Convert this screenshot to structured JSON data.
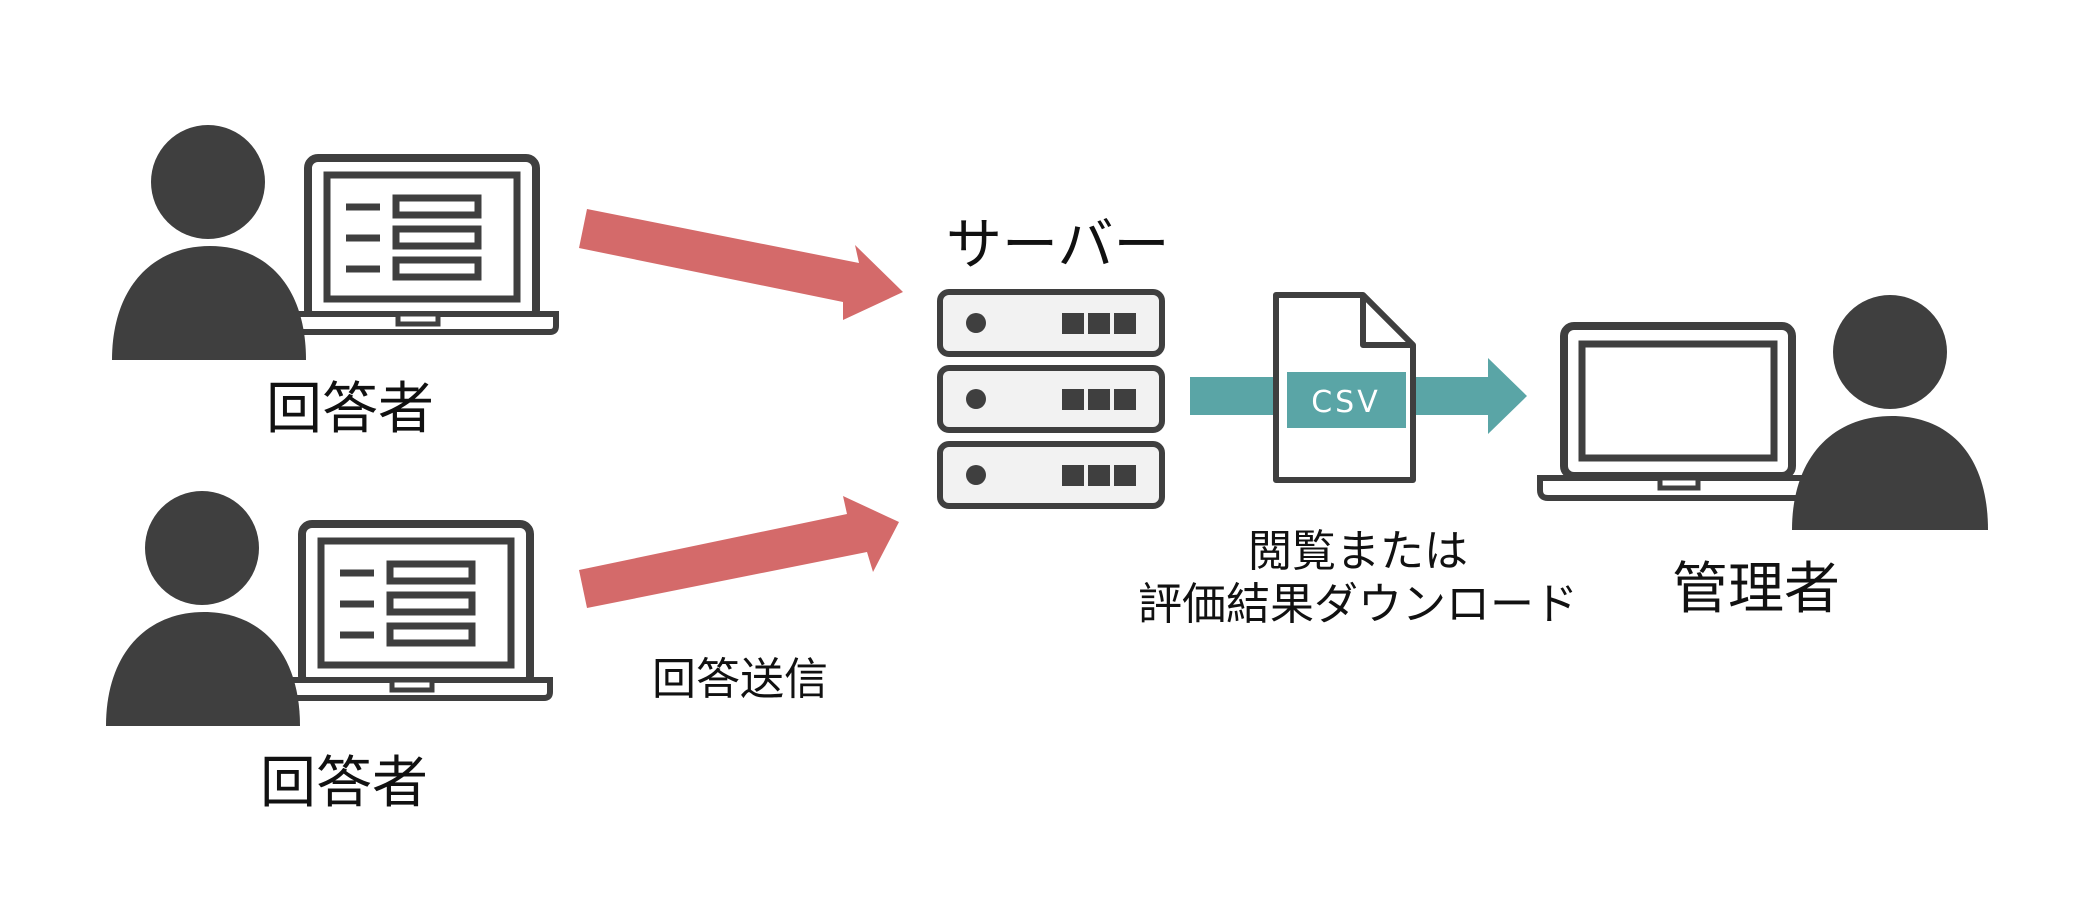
{
  "labels": {
    "respondent_top": "回答者",
    "respondent_bottom": "回答者",
    "server": "サーバー",
    "submit": "回答送信",
    "view_line1": "閲覧または",
    "view_line2": "評価結果ダウンロード",
    "admin": "管理者",
    "file_type": "CSV"
  },
  "colors": {
    "icon": "#3f3f3f",
    "submit_arrow": "#d46a6a",
    "download_arrow": "#5aa5a6",
    "server_face": "#f2f2f2",
    "paper": "#ffffff"
  },
  "icons": [
    "person-icon",
    "laptop-form-icon",
    "server-icon",
    "csv-file-icon",
    "laptop-icon"
  ]
}
